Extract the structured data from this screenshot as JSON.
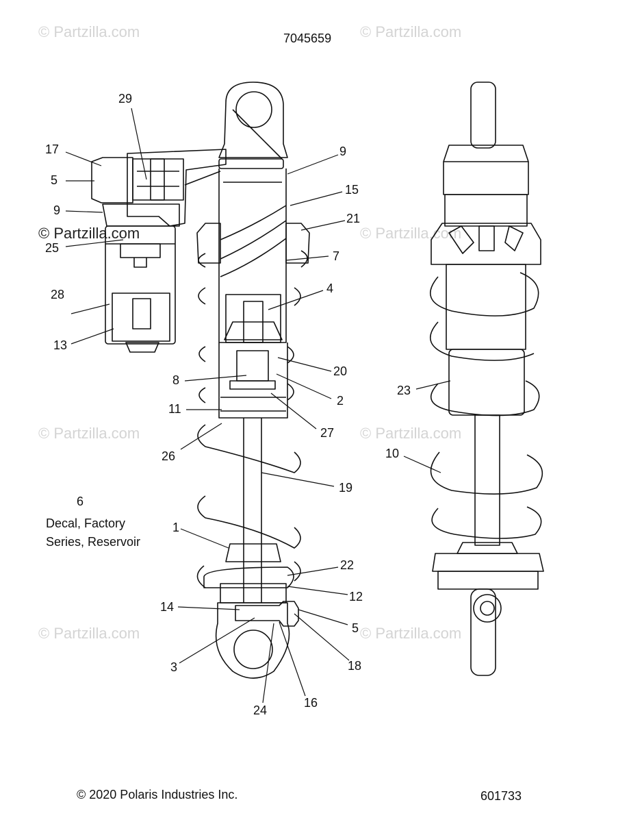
{
  "header": {
    "part_number": "7045659"
  },
  "watermarks": {
    "light": "© Partzilla.com",
    "dark": "© Partzilla.com"
  },
  "callouts": [
    "29",
    "17",
    "5",
    "9",
    "25",
    "28",
    "13",
    "9",
    "15",
    "21",
    "7",
    "4",
    "20",
    "8",
    "2",
    "11",
    "27",
    "26",
    "19",
    "6",
    "1",
    "22",
    "12",
    "14",
    "5",
    "3",
    "18",
    "24",
    "16",
    "23",
    "10"
  ],
  "note": {
    "line1": "Decal, Factory",
    "line2": "Series, Reservoir"
  },
  "footer": {
    "copyright": "© 2020 Polaris Industries Inc.",
    "diagram_id": "601733"
  },
  "colors": {
    "ink": "#111111",
    "watermark": "#d4d4d4"
  }
}
